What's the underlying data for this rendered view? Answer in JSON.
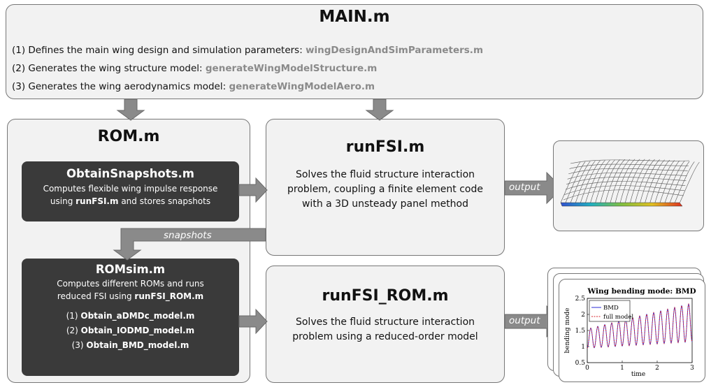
{
  "main": {
    "title": "MAIN.m",
    "lines": [
      {
        "prefix": "(1) Defines the main wing design and simulation parameters: ",
        "file": "wingDesignAndSimParameters.m"
      },
      {
        "prefix": "(2) Generates the wing structure model: ",
        "file": "generateWingModelStructure.m"
      },
      {
        "prefix": "(3) Generates the wing aerodynamics model: ",
        "file": "generateWingModelAero.m"
      }
    ]
  },
  "rom": {
    "title": "ROM.m",
    "snapshots_box": {
      "title": "ObtainSnapshots.m",
      "line1": "Computes flexible wing impulse response",
      "line2_pre": "using ",
      "line2_bold": "runFSI.m",
      "line2_post": " and stores snapshots"
    },
    "romsim_box": {
      "title": "ROMsim.m",
      "line1": "Computes different ROMs and runs",
      "line2_pre": "reduced FSI using ",
      "line2_bold": "runFSI_ROM.m",
      "items": [
        {
          "num": "(1) ",
          "file": "Obtain_aDMDc_model.m"
        },
        {
          "num": "(2) ",
          "file": "Obtain_IODMD_model.m"
        },
        {
          "num": "(3) ",
          "file": "Obtain_BMD_model.m"
        }
      ]
    }
  },
  "runfsi": {
    "title": "runFSI.m",
    "desc": [
      "Solves the fluid structure interaction",
      "problem, coupling a finite element code",
      "with a 3D unsteady panel method"
    ]
  },
  "runfsi_rom": {
    "title": "runFSI_ROM.m",
    "desc": [
      "Solves the fluid structure interaction",
      "problem using a reduced-order model"
    ]
  },
  "arrows": {
    "output1": "output",
    "output2": "output",
    "snapshots": "snapshots"
  },
  "colors": {
    "box_fill": "#f2f2f2",
    "dark_fill": "#3a3a3a",
    "arrow_fill": "#8a8a8a",
    "filename_gray": "#8a8a8a",
    "bmd_line": "#2b2bd6",
    "full_model_line": "#d6202a"
  },
  "chart_data": {
    "type": "line",
    "title": "Wing bending mode: BMD",
    "xlabel": "time",
    "ylabel": "bending mode",
    "xlim": [
      0,
      3
    ],
    "ylim": [
      0.5,
      2.5
    ],
    "xticks": [
      "0",
      "1",
      "2",
      "3"
    ],
    "yticks": [
      "0.5",
      "1",
      "1.5",
      "2",
      "2.5"
    ],
    "legend_position": "top-left",
    "series": [
      {
        "name": "BMD",
        "style": "solid",
        "color": "#2b2bd6",
        "center": [
          1.25,
          1.75
        ],
        "amplitude": [
          0.3,
          0.6
        ],
        "cycles": 15
      },
      {
        "name": "full model",
        "style": "dashed",
        "color": "#d6202a",
        "center": [
          1.25,
          1.75
        ],
        "amplitude": [
          0.3,
          0.6
        ],
        "cycles": 15
      }
    ]
  }
}
